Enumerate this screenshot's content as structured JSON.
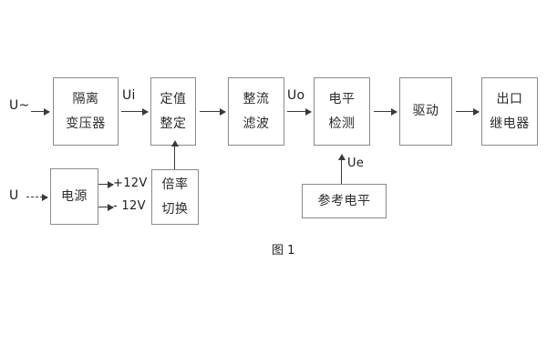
{
  "figure": {
    "caption": "图 1",
    "signals": {
      "input_ac": "U~",
      "input_dc": "U",
      "ui": "Ui",
      "uo": "Uo",
      "ue": "Ue",
      "pos12v": "+12V",
      "neg12v": "- 12V"
    },
    "blocks": [
      {
        "id": "isolation-transformer",
        "lines": [
          "隔离",
          "变压器"
        ]
      },
      {
        "id": "setting-value",
        "lines": [
          "定值",
          "整定"
        ]
      },
      {
        "id": "rectify-filter",
        "lines": [
          "整流",
          "滤波"
        ]
      },
      {
        "id": "level-detection",
        "lines": [
          "电平",
          "检测"
        ]
      },
      {
        "id": "drive",
        "lines": [
          "驱动"
        ]
      },
      {
        "id": "output-relay",
        "lines": [
          "出口",
          "继电器"
        ]
      },
      {
        "id": "power-supply",
        "lines": [
          "电源"
        ]
      },
      {
        "id": "ratio-switch",
        "lines": [
          "倍率",
          "切换"
        ]
      },
      {
        "id": "reference-level",
        "lines": [
          "参考电平"
        ]
      }
    ]
  },
  "colors": {
    "border": "#8a8a8a",
    "arrow": "#3a3a3a",
    "text": "#1f1f1f",
    "background": "#ffffff"
  }
}
